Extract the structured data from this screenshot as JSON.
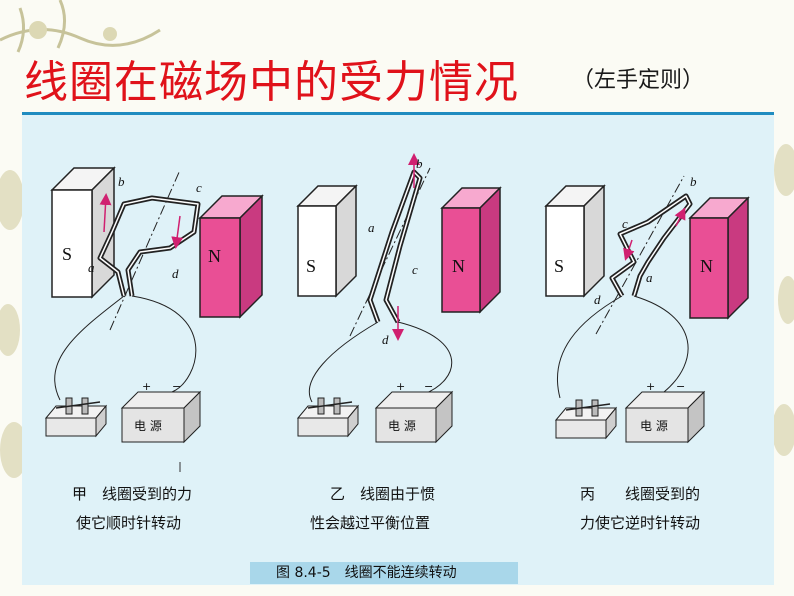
{
  "slide": {
    "title": "线圈在磁场中的受力情况",
    "subtitle": "（左手定则）"
  },
  "panels": [
    {
      "south_label": "S",
      "north_label": "N",
      "wire_labels": [
        "a",
        "b",
        "c",
        "d"
      ],
      "battery_label": "电 源",
      "plus_label": "+",
      "minus_label": "−",
      "caption_line1": "甲　线圈受到的力",
      "caption_line2": "使它顺时针转动"
    },
    {
      "south_label": "S",
      "north_label": "N",
      "wire_labels": [
        "a",
        "b",
        "c",
        "d"
      ],
      "battery_label": "电 源",
      "plus_label": "+",
      "minus_label": "−",
      "caption_line1": "乙　线圈由于惯",
      "caption_line2": "性会越过平衡位置"
    },
    {
      "south_label": "S",
      "north_label": "N",
      "wire_labels": [
        "a",
        "b",
        "c",
        "d"
      ],
      "battery_label": "电 源",
      "plus_label": "+",
      "minus_label": "−",
      "caption_line1": "丙　　线圈受到的",
      "caption_line2": "力使它逆时针转动"
    }
  ],
  "figure_caption": "图 8.4-5　线圈不能连续转动",
  "colors": {
    "title": "#e0121a",
    "north_pole": "#e94f95",
    "panel_bg": "#dff2f8",
    "caption_bar": "#a9d7ea",
    "force_arrow": "#d02070"
  }
}
